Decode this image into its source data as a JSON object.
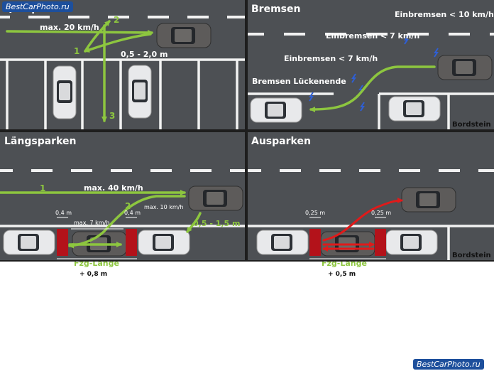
{
  "watermark_top": "BestCarPhoto.ru",
  "watermark_bottom": "BestCarPhoto.ru",
  "panels": {
    "querparken": {
      "title": "Querparken",
      "speed_label": "max. 20 km/h",
      "distance_label": "0,5 - 2,0 m",
      "step_1": "1",
      "step_2": "2",
      "step_3": "3"
    },
    "bremsen": {
      "title": "Bremsen",
      "label_1": "Einbremsen < 10 km/h",
      "label_2": "Einbremsen < 7 km/h",
      "label_3": "Einbremsen < 7 km/h",
      "label_4": "Bremsen Lückenende",
      "curb_label": "Bordstein"
    },
    "laengsparken": {
      "title": "Längsparken",
      "step_1": "1",
      "step_2": "2",
      "speed_main": "max. 40 km/h",
      "speed_approach": "max. 10 km/h",
      "speed_inner": "max. 7 km/h",
      "gap_left": "0,4 m",
      "gap_right": "0,4 m",
      "distance_label": "0,5 - 1,5 m",
      "length_label": "Fzg-Länge",
      "length_extra": "+ 0,8 m"
    },
    "ausparken": {
      "title": "Ausparken",
      "gap_left": "0,25 m",
      "gap_right": "0,25 m",
      "length_label": "Fzg-Länge",
      "length_extra": "+ 0,5 m",
      "curb_label": "Bordstein"
    }
  },
  "colors": {
    "asphalt": "#4d5054",
    "divider": "#1e1e1e",
    "line": "#f2f2f2",
    "path_green": "#8dc63f",
    "path_red": "#e01a1a",
    "block_red": "#b3121a",
    "car_light": "#e8e9eb",
    "car_dark": "#5d5b5a",
    "sensor_blue": "#2e5fd6"
  }
}
